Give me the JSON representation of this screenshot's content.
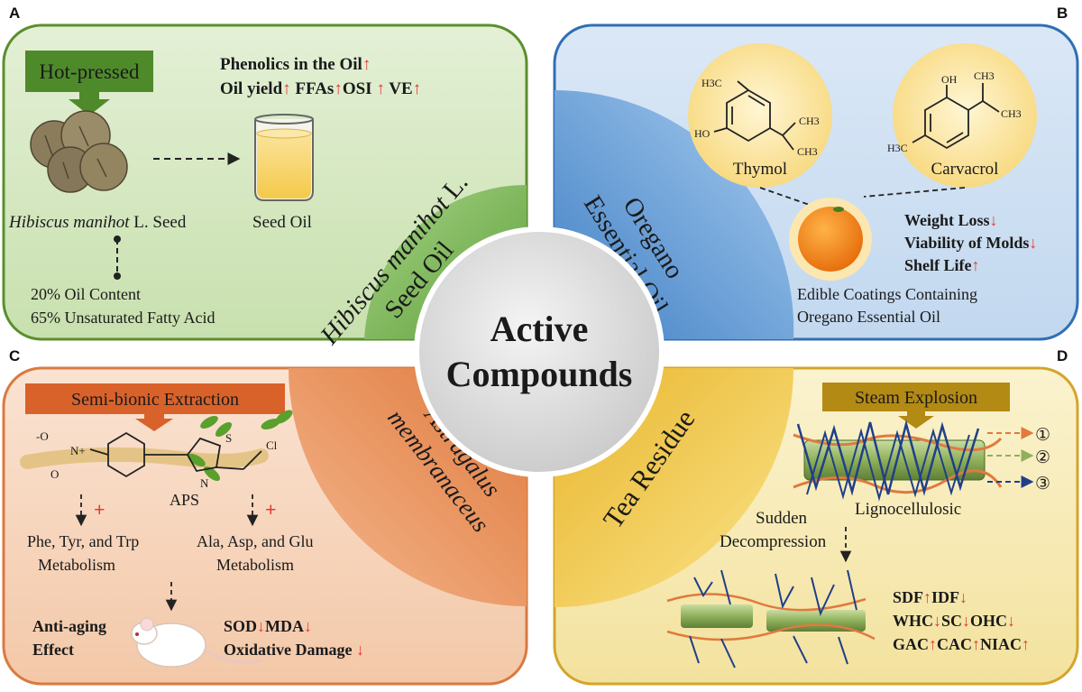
{
  "panel_labels": {
    "a": "A",
    "b": "B",
    "c": "C",
    "d": "D"
  },
  "center": {
    "line1": "Active",
    "line2": "Compounds"
  },
  "colors": {
    "panel_a": "#cfe6b8",
    "panel_a_border": "#5b8f2e",
    "panel_b": "#cfe0f2",
    "panel_b_border": "#2f6fb5",
    "panel_c": "#f6d6c0",
    "panel_c_border": "#d97a3f",
    "panel_d": "#f7ecb8",
    "panel_d_border": "#d4a52a",
    "arrow_up_down": "#e53935"
  },
  "panel_a": {
    "process": "Hot-pressed",
    "line1": "Phenolics in the Oil",
    "line2_items": [
      "Oil yield",
      "FFAs",
      "OSI",
      "VE"
    ],
    "up_arrow": "↑",
    "seed_label_italic": "Hibiscus manihot",
    "seed_label_rest": " L. Seed",
    "oil_label": "Seed Oil",
    "content1": "20% Oil Content",
    "content2": "65% Unsaturated Fatty Acid",
    "quarter_title_italic": "Hibiscus manihot",
    "quarter_title_rest": " L.",
    "quarter_title_line2": "Seed Oil"
  },
  "panel_b": {
    "quarter_line1": "Oregano",
    "quarter_line2": "Essential Oil",
    "mol1": "Thymol",
    "mol2": "Carvacrol",
    "mol1_labels": {
      "h3c": "H3C",
      "ho": "HO",
      "ch3a": "CH3",
      "ch3b": "CH3"
    },
    "mol2_labels": {
      "oh": "OH",
      "ch3a": "CH3",
      "ch3b": "CH3",
      "h3c": "H3C"
    },
    "effect1": "Weight Loss",
    "effect2": "Viability of Molds",
    "effect3": "Shelf Life",
    "down_arrow": "↓",
    "up_arrow": "↑",
    "caption1": "Edible Coatings Containing",
    "caption2": "Oregano Essential Oil"
  },
  "panel_c": {
    "process": "Semi-bionic Extraction",
    "aps": "APS",
    "plus": "+",
    "metab1_line1": "Phe, Tyr, and Trp",
    "metab1_line2": "Metabolism",
    "metab2_line1": "Ala, Asp, and Glu",
    "metab2_line2": "Metabolism",
    "effect_line1": "Anti-aging",
    "effect_line2": "Effect",
    "result1_a": "SOD",
    "result1_b": "MDA",
    "result2": "Oxidative Damage ",
    "down_arrow": "↓",
    "quarter_line1": "Astragalus",
    "quarter_line2": "membranaceus",
    "chem": {
      "o_minus": "-O",
      "n_plus": "N+",
      "o": "O",
      "s": "S",
      "n": "N",
      "cl": "Cl"
    }
  },
  "panel_d": {
    "process": "Steam Explosion",
    "quarter": "Tea Residue",
    "markers": [
      "①",
      "②",
      "③"
    ],
    "ligno": "Lignocellulosic",
    "sudden1": "Sudden",
    "sudden2": "Decompression",
    "r1": [
      "SDF",
      "↑",
      "IDF",
      "↓"
    ],
    "r2": [
      "WHC",
      "↓",
      "SC",
      "↓",
      "OHC",
      "↓"
    ],
    "r3": [
      "GAC",
      "↑",
      "CAC",
      "↑",
      "NIAC",
      "↑"
    ]
  }
}
